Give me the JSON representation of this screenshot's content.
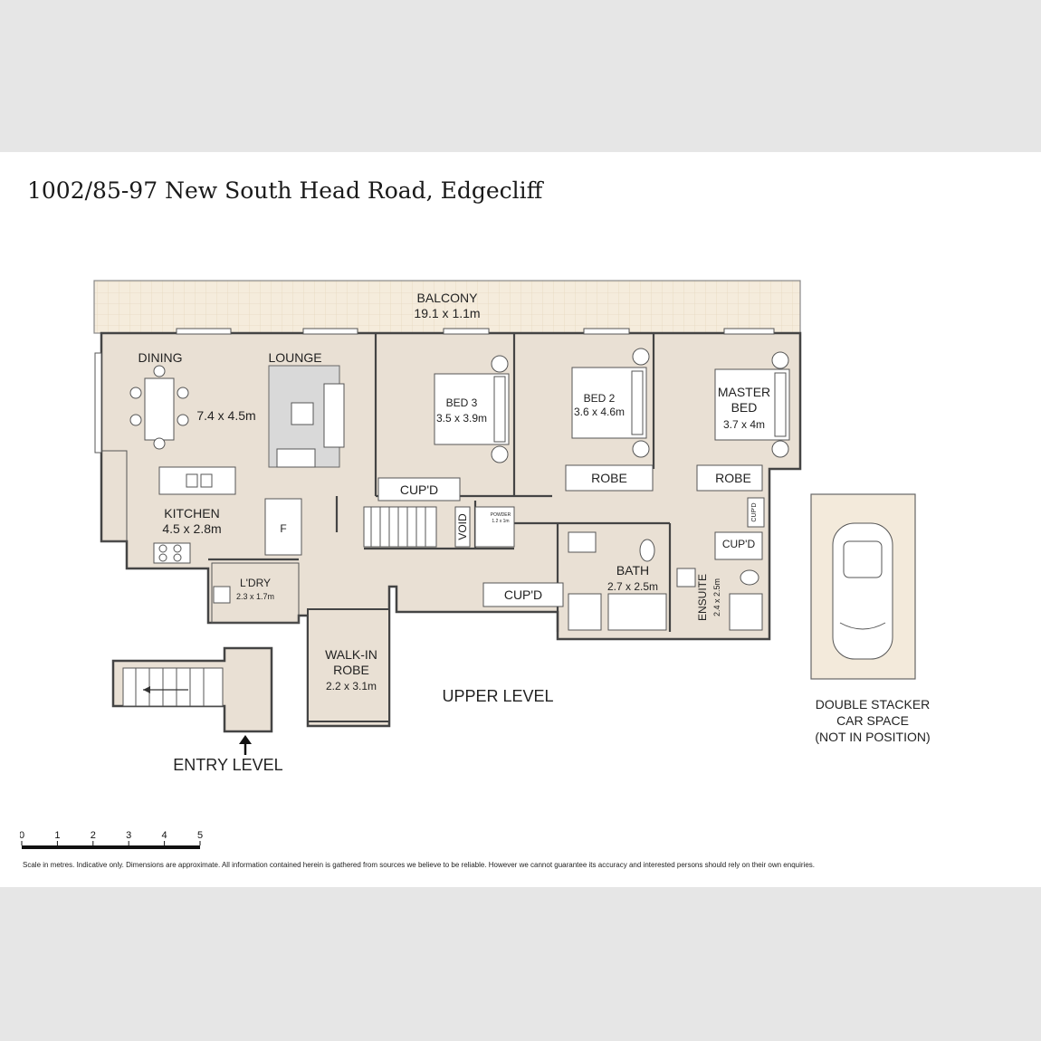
{
  "title": "1002/85-97 New South Head Road, Edgecliff",
  "rooms": {
    "balcony": {
      "name": "BALCONY",
      "dim": "19.1 x 1.1m"
    },
    "dining": {
      "name": "DINING"
    },
    "lounge": {
      "name": "LOUNGE",
      "dim": "7.4 x 4.5m"
    },
    "bed3": {
      "name": "BED 3",
      "dim": "3.5 x 3.9m"
    },
    "bed2": {
      "name": "BED 2",
      "dim": "3.6 x 4.6m"
    },
    "master": {
      "name1": "MASTER",
      "name2": "BED",
      "dim": "3.7 x 4m"
    },
    "kitchen": {
      "name": "KITCHEN",
      "dim": "4.5 x 2.8m"
    },
    "fridge": {
      "name": "F"
    },
    "laundry": {
      "name": "L'DRY",
      "dim": "2.3 x 1.7m"
    },
    "void": {
      "name": "VOID"
    },
    "powder": {
      "name": "POWDER",
      "dim": "1.2 x 1m"
    },
    "cupd1": {
      "name": "CUP'D"
    },
    "cupd2": {
      "name": "CUP'D"
    },
    "cupd3": {
      "name": "CUP'D"
    },
    "cupd4": {
      "name": "CUP'D"
    },
    "robe1": {
      "name": "ROBE"
    },
    "robe2": {
      "name": "ROBE"
    },
    "bath": {
      "name": "BATH",
      "dim": "2.7 x 2.5m"
    },
    "ensuite": {
      "name": "ENSUITE",
      "dim": "2.4 x 2.5m"
    },
    "walkin": {
      "name1": "WALK-IN",
      "name2": "ROBE",
      "dim": "2.2 x 3.1m"
    }
  },
  "levels": {
    "upper": "UPPER LEVEL",
    "entry": "ENTRY LEVEL"
  },
  "car": {
    "line1": "DOUBLE STACKER",
    "line2": "CAR SPACE",
    "line3": "(NOT IN POSITION)"
  },
  "scale": {
    "ticks": [
      "0",
      "1",
      "2",
      "3",
      "4",
      "5"
    ]
  },
  "disclaimer": "Scale in metres. Indicative only. Dimensions are approximate. All information contained herein is gathered from sources we believe to be reliable. However we cannot guarantee its accuracy and interested persons should rely on their own enquiries.",
  "colors": {
    "floor": "#e9e0d4",
    "balcony": "#f5ecdc",
    "carpark": "#f3eadb",
    "lounge_rug": "#d9d9d9"
  }
}
